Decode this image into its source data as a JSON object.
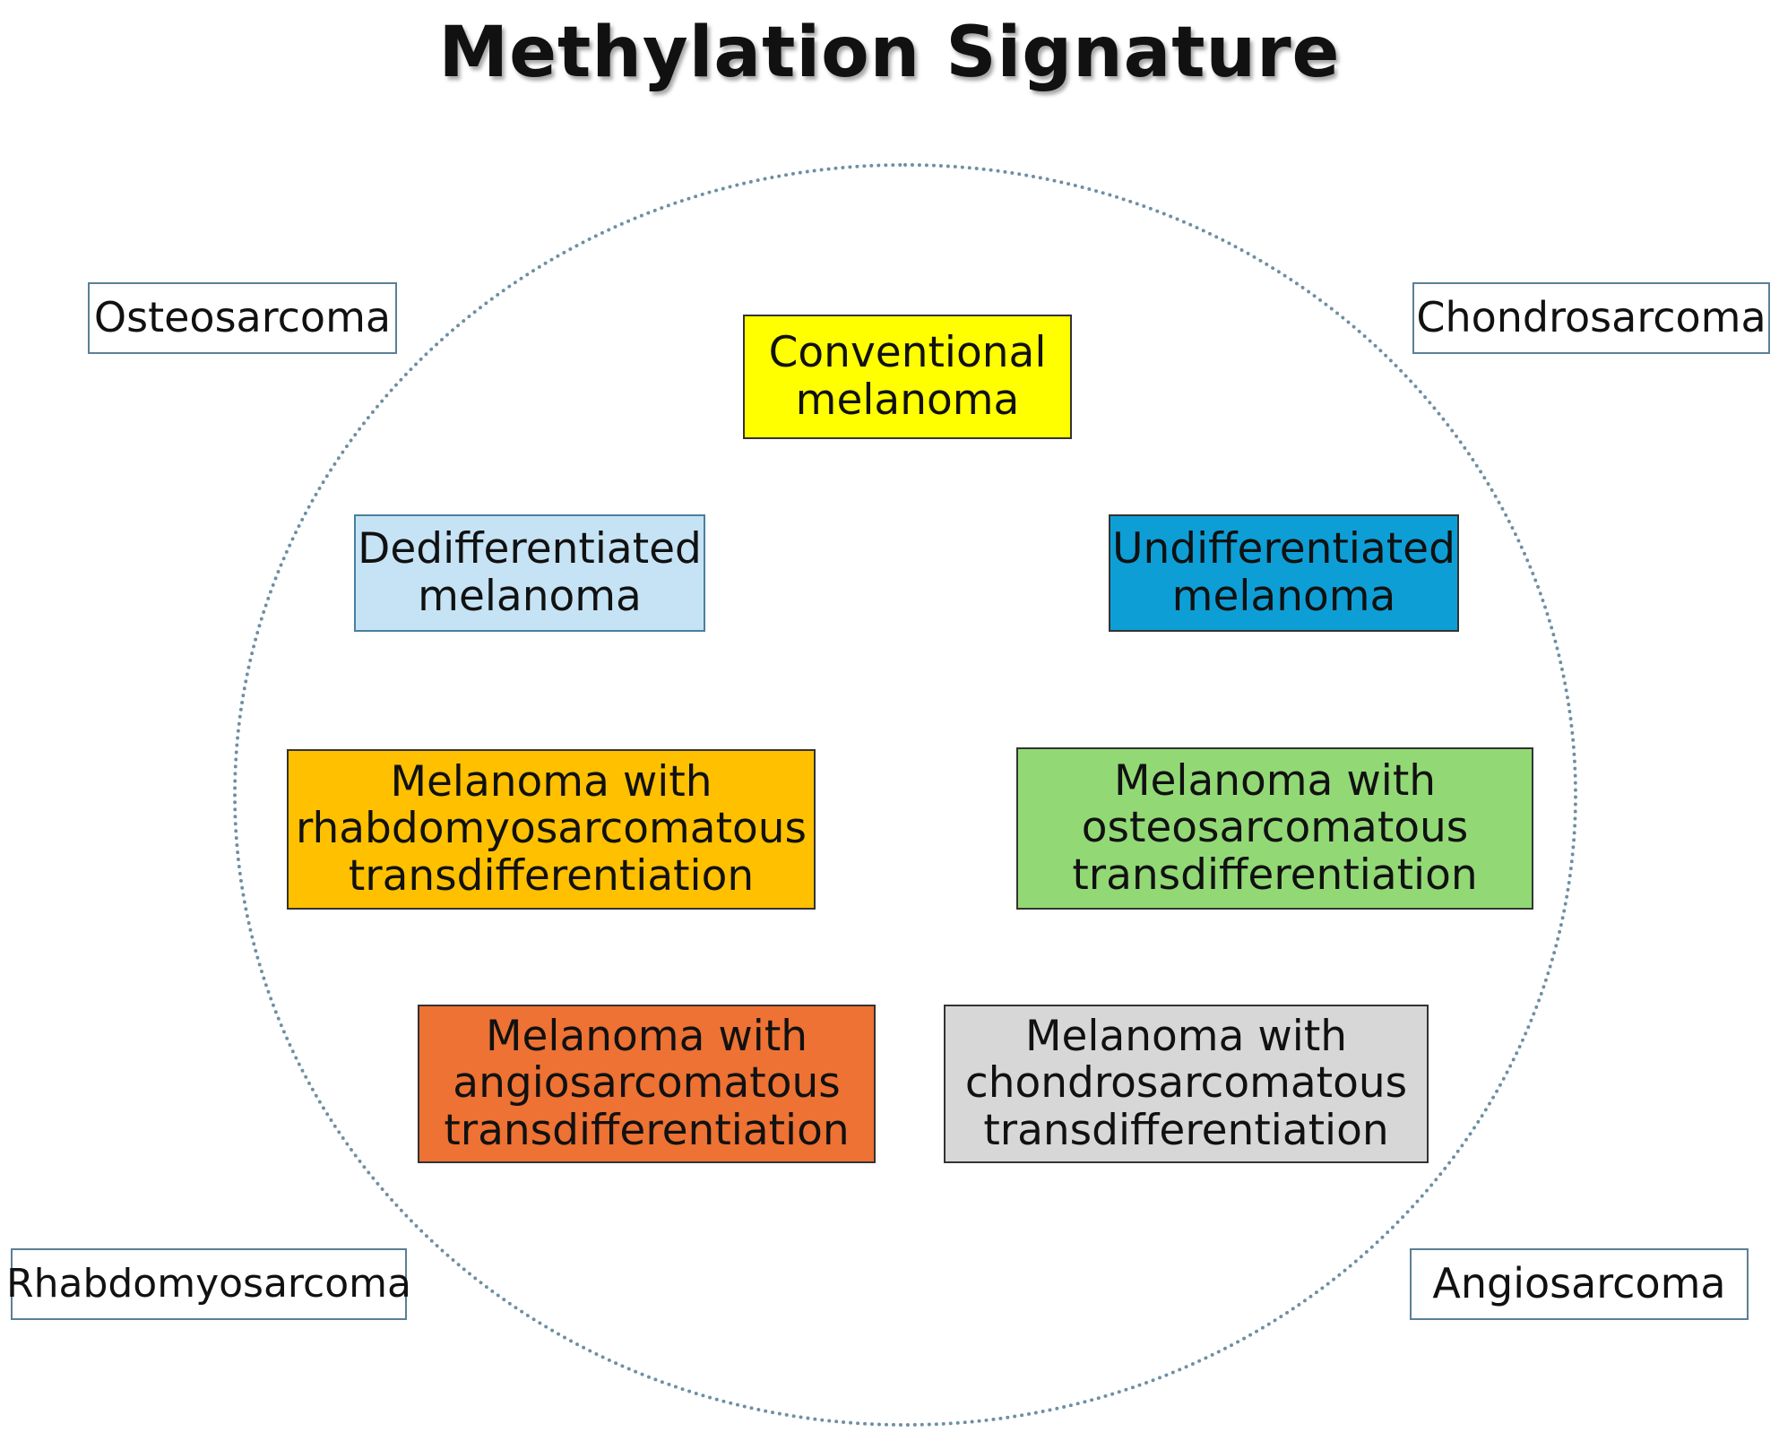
{
  "title": "Methylation Signature",
  "outer_labels": {
    "osteosarcoma": "Osteosarcoma",
    "chondrosarcoma": "Chondrosarcoma",
    "rhabdomyosarcoma": "Rhabdomyosarcoma",
    "angiosarcoma": "Angiosarcoma"
  },
  "inner_boxes": {
    "conventional": {
      "line1": "Conventional",
      "line2": "melanoma",
      "color": "#ffff00"
    },
    "dedifferentiated": {
      "line1": "Dedifferentiated",
      "line2": "melanoma",
      "color": "#c5e3f4"
    },
    "undifferentiated": {
      "line1": "Undifferentiated",
      "line2": "melanoma",
      "color": "#0e9ed6"
    },
    "rhabdomyosarcomatous": {
      "line1": "Melanoma with",
      "line2": "rhabdomyosarcomatous",
      "line3": "transdifferentiation",
      "color": "#ffc000"
    },
    "osteosarcomatous": {
      "line1": "Melanoma with",
      "line2": "osteosarcomatous",
      "line3": "transdifferentiation",
      "color": "#92d976"
    },
    "angiosarcomatous": {
      "line1": "Melanoma with",
      "line2": "angiosarcomatous",
      "line3": "transdifferentiation",
      "color": "#ed7233"
    },
    "chondrosarcomatous": {
      "line1": "Melanoma with",
      "line2": "chondrosarcomatous",
      "line3": "transdifferentiation",
      "color": "#d7d7d7"
    }
  }
}
